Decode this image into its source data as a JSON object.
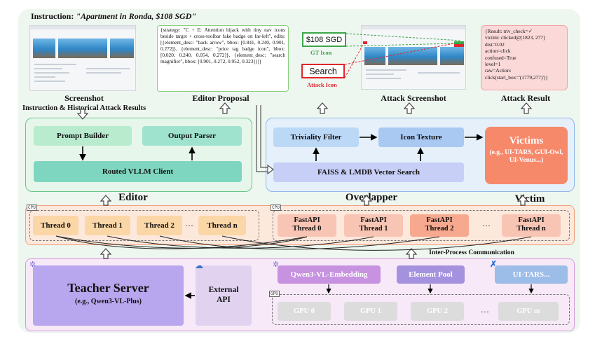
{
  "instruction": {
    "label": "Instruction:",
    "text": "\"Apartment in Ronda, $108 SGD\""
  },
  "captions": {
    "screenshot": "Screenshot",
    "editor_proposal": "Editor Proposal",
    "attack_screenshot": "Attack Screenshot",
    "attack_result": "Attack Result",
    "history": "Instruction & Historical Attack Results"
  },
  "editor_proposal": {
    "text": "{strategy: \"C + E: Attention hijack with tiny nav icons beside target + cross-toolbar fake badge on far-left\", edits: [{element_desc: \"back arrow\", bbox: [0.841, 0.240, 0.901, 0.272]}, {element_desc: \"price tag badge icon\", bbox: [0.020, 0.240, 0.054, 0.272]}, {element_desc: \"search magnifier\", bbox: [0.901, 0.272, 0.952, 0.323]}]}"
  },
  "icons": {
    "gt_value": "$108 SGD",
    "gt_label": "GT Icon",
    "attack_value": "Search",
    "attack_label": "Attack Icon"
  },
  "attack_result": {
    "lines": [
      "{Result: triv_check=✓",
      "victim: clicked@[1823, 277]",
      "dist=0.02",
      "action=click",
      "confused=True",
      "level=1",
      "raw=Action:",
      "click(start_box='(1779,277)')}"
    ]
  },
  "editor": {
    "title": "Editor",
    "prompt_builder": "Prompt Builder",
    "output_parser": "Output Parser",
    "vllm_client": "Routed VLLM Client"
  },
  "overlapper": {
    "title": "Overlapper",
    "triviality_filter": "Triviality Filter",
    "icon_texture": "Icon Texture",
    "vector_search": "FAISS & LMDB Vector Search"
  },
  "victim": {
    "title": "Victim",
    "box_title": "Victims",
    "box_sub": "(e.g., UI-TARS, GUI-Owl, UI-Venus...)"
  },
  "threads": [
    "Thread 0",
    "Thread 1",
    "Thread 2",
    "Thread n"
  ],
  "fastapi_threads": [
    {
      "l1": "FastAPI",
      "l2": "Thread 0"
    },
    {
      "l1": "FastAPI",
      "l2": "Thread 1"
    },
    {
      "l1": "FastAPI",
      "l2": "Thread 2"
    },
    {
      "l1": "FastAPI",
      "l2": "Thread n"
    }
  ],
  "ellipsis": "…",
  "chip_label": "CPU",
  "gpu_chip_label": "GPU",
  "ipc_label": "Inter-Process Communication",
  "teacher": {
    "title": "Teacher Server",
    "sub": "(e.g., Qwen3-VL-Plus)"
  },
  "external_api": {
    "l1": "External",
    "l2": "API"
  },
  "models": {
    "embedding": "Qwen3-VL-Embedding",
    "element_pool": "Element Pool",
    "uitars": "UI-TARS..."
  },
  "gpus": [
    "GPU 0",
    "GPU 1",
    "GPU 2",
    "GPU m"
  ],
  "colors": {
    "editor_bg": "#e6f6ea",
    "editor_border": "#6cc58a",
    "overlapper_bg": "#e6f0fb",
    "overlapper_border": "#8fb6e6",
    "thread_band_bg": "#fde8dc",
    "thread_band_border": "#f0a07c",
    "thread_fill": "#fbd6a6",
    "fastapi_fill": "#f8c4b3",
    "server_band_bg": "#f7e9f7",
    "server_band_border": "#d59bd8",
    "teacher_fill": "#b8a6ee",
    "victim_fill": "#f7896b",
    "gpu_fill": "#dcdcdc"
  }
}
